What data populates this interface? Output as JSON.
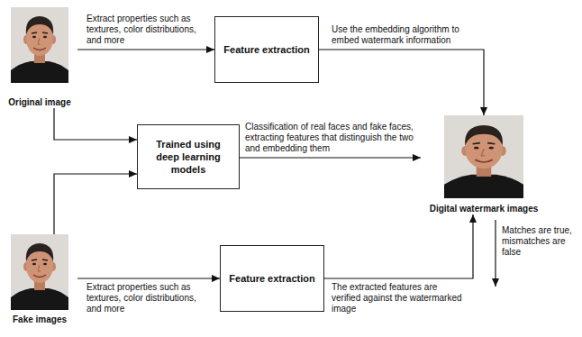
{
  "diagram": {
    "nodes": [
      {
        "text": [
          "Original image"
        ]
      },
      {
        "text": [
          "Feature extraction"
        ]
      },
      {
        "text": [
          "Trained using deep learning models"
        ]
      },
      {
        "text": [
          "Digital watermark images"
        ]
      },
      {
        "text": [
          "Fake images"
        ]
      },
      {
        "text": [
          "Feature extraction"
        ]
      }
    ],
    "edges": [
      {
        "from": 0,
        "to": 1,
        "arrow": "to",
        "label": "Extract properties such as textures, color distributions, and more"
      },
      {
        "from": 1,
        "to": 3,
        "arrow": "to",
        "label": "Use the embedding algorithm to embed watermark information"
      },
      {
        "from": 0,
        "to": 2,
        "arrow": "to"
      },
      {
        "from": 4,
        "to": 2,
        "arrow": "to"
      },
      {
        "from": 2,
        "to": 3,
        "arrow": "to",
        "label": "Classification of real faces and fake faces, extracting features that distinguish the two and embedding them"
      },
      {
        "from": 4,
        "to": 5,
        "arrow": "to",
        "label": "Extract properties such as textures, color distributions, and more"
      },
      {
        "from": 5,
        "to": 3,
        "arrow": "to",
        "label": "The extracted features are verified against the watermarked image"
      }
    ],
    "labels": [
      "Matches are true, mismatches are false"
    ]
  }
}
